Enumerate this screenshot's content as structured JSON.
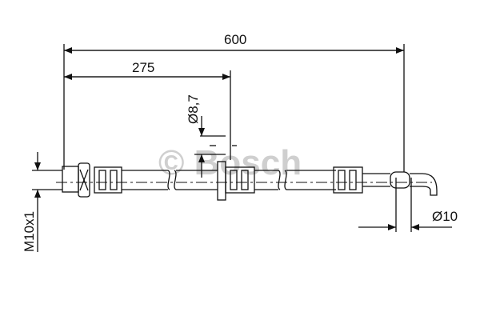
{
  "drawing": {
    "dimensions": {
      "overall_length": "600",
      "bracket_position": "275",
      "hose_diameter": "Ø8,7",
      "thread": "M10x1",
      "end_diameter": "Ø10"
    },
    "watermark": "© Bosch",
    "colors": {
      "line": "#111111",
      "watermark": "#cfcfcf"
    }
  }
}
